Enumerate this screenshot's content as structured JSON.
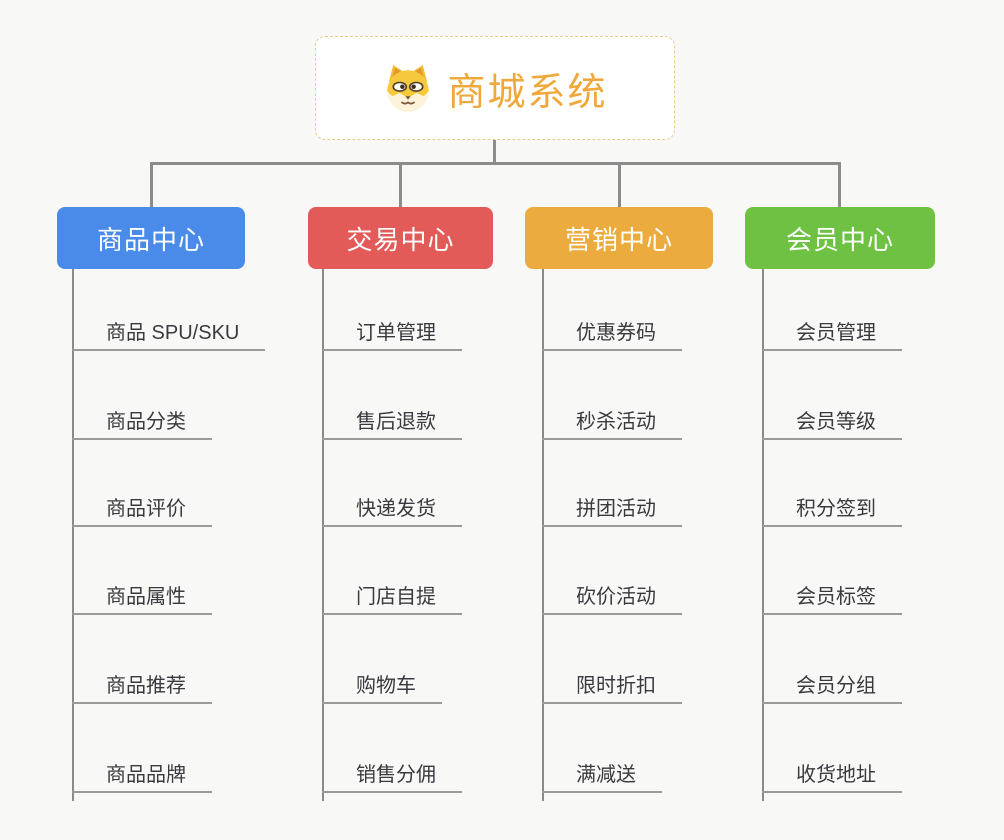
{
  "root": {
    "title": "商城系统",
    "icon": "dog-face-icon"
  },
  "colors": {
    "background": "#f8f8f7",
    "connector": "#8c8c8c",
    "root_text": "#f0a83c",
    "root_border": "#f0c98c",
    "leaf_text": "#3a3a3e",
    "branch_1": "#4a8bea",
    "branch_2": "#e25b58",
    "branch_3": "#ecab3f",
    "branch_4": "#6fc143"
  },
  "branches": [
    {
      "label": "商品中心",
      "color": "#4a8bea",
      "items": [
        "商品 SPU/SKU",
        "商品分类",
        "商品评价",
        "商品属性",
        "商品推荐",
        "商品品牌"
      ]
    },
    {
      "label": "交易中心",
      "color": "#e25b58",
      "items": [
        "订单管理",
        "售后退款",
        "快递发货",
        "门店自提",
        "购物车",
        "销售分佣"
      ]
    },
    {
      "label": "营销中心",
      "color": "#ecab3f",
      "items": [
        "优惠券码",
        "秒杀活动",
        "拼团活动",
        "砍价活动",
        "限时折扣",
        "满减送"
      ]
    },
    {
      "label": "会员中心",
      "color": "#6fc143",
      "items": [
        "会员管理",
        "会员等级",
        "积分签到",
        "会员标签",
        "会员分组",
        "收货地址"
      ]
    }
  ]
}
